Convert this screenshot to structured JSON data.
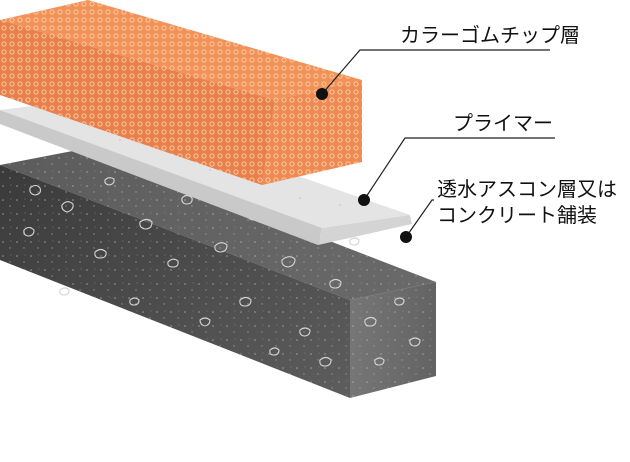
{
  "layers": {
    "rubber_chip": {
      "label": "カラーゴムチップ層",
      "color": "#f08a4b",
      "dot_color": "#f6c8a6"
    },
    "primer": {
      "label": "プライマー",
      "color": "#e2e2e2"
    },
    "base": {
      "label_line1": "透水アスコン層又は",
      "label_line2": "コンクリート舗装",
      "color": "#5a5a5a"
    }
  },
  "callout_line_color": "#222222"
}
